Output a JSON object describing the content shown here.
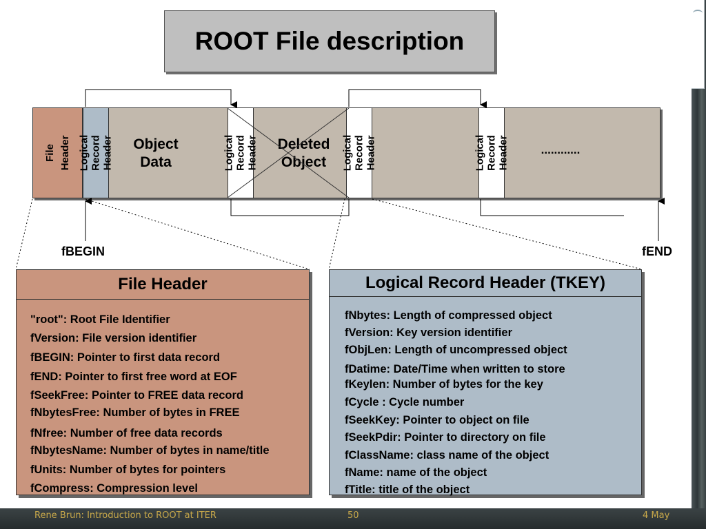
{
  "title": "ROOT File description",
  "strip": {
    "file_header": "File\nHeader",
    "lrh_label": "Logical Record\nHeader",
    "object_data": "Object\nData",
    "deleted_object": "Deleted\nObject",
    "ellipsis": "............"
  },
  "markers": {
    "begin": "fBEGIN",
    "end": "fEND"
  },
  "file_header_panel": {
    "title": "File Header",
    "lines": [
      "\"root\": Root File Identifier",
      "fVersion: File version identifier",
      "fBEGIN: Pointer to first data record",
      "fEND: Pointer to first free word at EOF",
      "fSeekFree: Pointer to FREE data record",
      "fNbytesFree: Number of bytes in FREE",
      "fNfree: Number of free data records",
      "fNbytesName: Number of bytes in name/title",
      "fUnits: Number of bytes for pointers",
      "fCompress: Compression level"
    ]
  },
  "lrh_panel": {
    "title": "Logical Record Header (TKEY)",
    "lines": [
      "fNbytes: Length of compressed object",
      "fVersion: Key version identifier",
      "fObjLen: Length of uncompressed object",
      "fDatime: Date/Time when written to store",
      "fKeylen: Number of bytes for the key",
      "fCycle : Cycle number",
      "fSeekKey: Pointer to object on file",
      "fSeekPdir: Pointer to directory on file",
      "fClassName: class name of the object",
      "fName: name of the object",
      "fTitle: title of the object"
    ]
  },
  "footer": {
    "left": "Rene Brun: Introduction to ROOT at ITER",
    "center": "50",
    "right": "4 May"
  },
  "colors": {
    "file_header_fill": "#c9957e",
    "lrh_fill": "#aebcc8",
    "strip_fill": "#c2b9ad",
    "title_fill": "#bfbfbf",
    "footer_text": "#c9a94a"
  }
}
